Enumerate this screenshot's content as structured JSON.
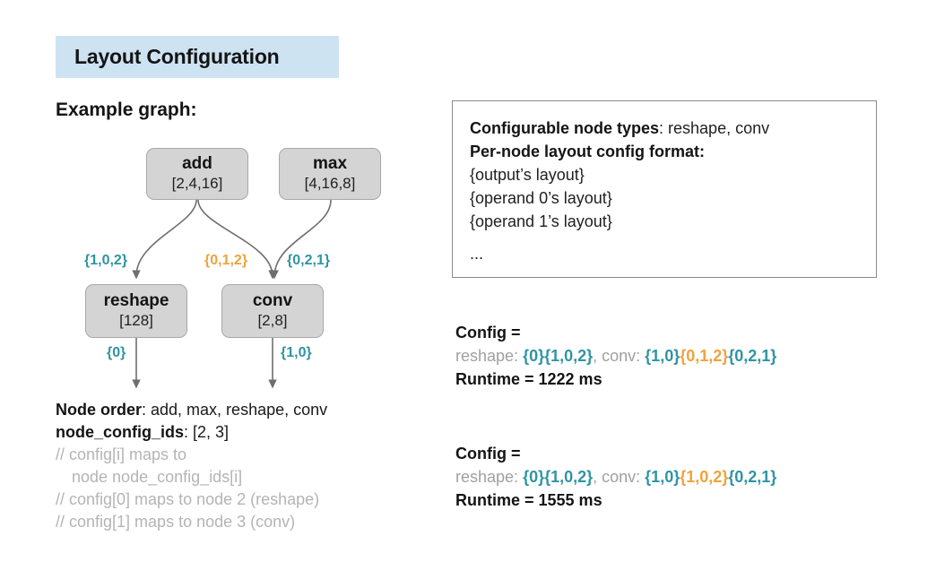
{
  "title_banner": {
    "text": "Layout Configuration",
    "background": "#cde3f2"
  },
  "colors": {
    "teal": "#2f94a3",
    "orange": "#f0a23c",
    "gray_text": "#a0a0a0",
    "comment_gray": "#b4b4b4",
    "node_fill": "#d4d4d4",
    "node_border": "#a8a8a8"
  },
  "example_graph": {
    "heading": "Example graph:",
    "nodes": [
      {
        "id": "add",
        "name": "add",
        "shape": "[2,4,16]"
      },
      {
        "id": "max",
        "name": "max",
        "shape": "[4,16,8]"
      },
      {
        "id": "reshape",
        "name": "reshape",
        "shape": "[128]"
      },
      {
        "id": "conv",
        "name": "conv",
        "shape": "[2,8]"
      }
    ],
    "edge_labels": [
      {
        "id": "add-to-reshape",
        "text": "{1,0,2}",
        "color": "teal"
      },
      {
        "id": "add-to-conv",
        "text": "{0,1,2}",
        "color": "orange"
      },
      {
        "id": "max-to-conv",
        "text": "{0,2,1}",
        "color": "teal"
      },
      {
        "id": "reshape-out",
        "text": "{0}",
        "color": "teal"
      },
      {
        "id": "conv-out",
        "text": "{1,0}",
        "color": "teal"
      }
    ]
  },
  "left_text": {
    "node_order_label": "Node order",
    "node_order_value": ": add, max, reshape, conv",
    "node_config_ids_label": "node_config_ids",
    "node_config_ids_value": ": [2, 3]",
    "comments": [
      "// config[i] maps to",
      "node node_config_ids[i]",
      "// config[0] maps to node 2 (reshape)",
      "// config[1] maps to node 3 (conv)"
    ]
  },
  "info_box": {
    "configurable_label": "Configurable node types",
    "configurable_value": ": reshape, conv",
    "format_label": "Per-node layout config format:",
    "format_lines": [
      "{output’s layout}",
      "{operand 0’s layout}",
      "{operand 1’s layout}"
    ],
    "ellipsis": "..."
  },
  "configs": [
    {
      "header_label": "Config",
      "header_eq": " =",
      "detail_prefix": "reshape: ",
      "reshape_parts": [
        {
          "text": "{0}",
          "color": "teal"
        },
        {
          "text": "{1,0,2}",
          "color": "teal"
        }
      ],
      "detail_middle": ", conv: ",
      "conv_parts": [
        {
          "text": "{1,0}",
          "color": "teal"
        },
        {
          "text": "{0,1,2}",
          "color": "orange"
        },
        {
          "text": "{0,2,1}",
          "color": "teal"
        }
      ],
      "runtime_label": "Runtime",
      "runtime_value": " = 1222 ms"
    },
    {
      "header_label": "Config",
      "header_eq": " =",
      "detail_prefix": "reshape: ",
      "reshape_parts": [
        {
          "text": "{0}",
          "color": "teal"
        },
        {
          "text": "{1,0,2}",
          "color": "teal"
        }
      ],
      "detail_middle": ", conv: ",
      "conv_parts": [
        {
          "text": "{1,0}",
          "color": "teal"
        },
        {
          "text": "{1,0,2}",
          "color": "orange"
        },
        {
          "text": "{0,2,1}",
          "color": "teal"
        }
      ],
      "runtime_label": "Runtime",
      "runtime_value": " = 1555 ms"
    }
  ]
}
